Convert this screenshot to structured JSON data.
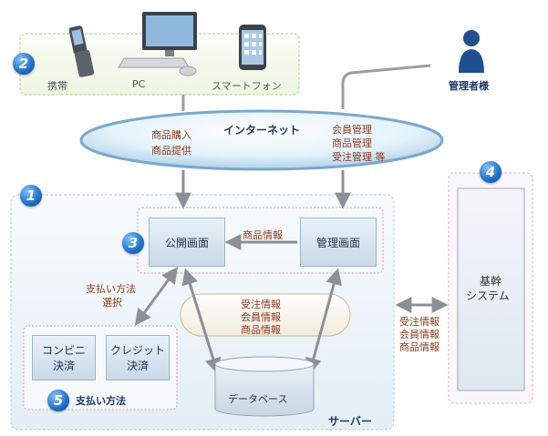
{
  "devices": {
    "mobile": "携帯",
    "pc": "PC",
    "smartphone": "スマートフォン"
  },
  "admin": {
    "label": "管理者様"
  },
  "internet": {
    "label": "インターネット",
    "left_lines": [
      "商品購入",
      "商品提供"
    ],
    "right_lines": [
      "会員管理",
      "商品管理",
      "受注管理 等"
    ]
  },
  "numbers": {
    "n1": "1",
    "n2": "2",
    "n3": "3",
    "n4": "4",
    "n5": "5"
  },
  "server": {
    "label": "サーバー",
    "public_screen": "公開画面",
    "admin_screen": "管理画面",
    "product_info": "商品情報",
    "payment_select": [
      "支払い方法",
      "選択"
    ],
    "db_info": [
      "受注情報",
      "会員情報",
      "商品情報"
    ],
    "database": "データベース"
  },
  "payment": {
    "label": "支払い方法",
    "convenience": [
      "コンビニ",
      "決済"
    ],
    "credit": [
      "クレジット",
      "決済"
    ]
  },
  "core": {
    "label": [
      "基幹",
      "システム"
    ],
    "link_info": [
      "受注情報",
      "会員情報",
      "商品情報"
    ]
  }
}
